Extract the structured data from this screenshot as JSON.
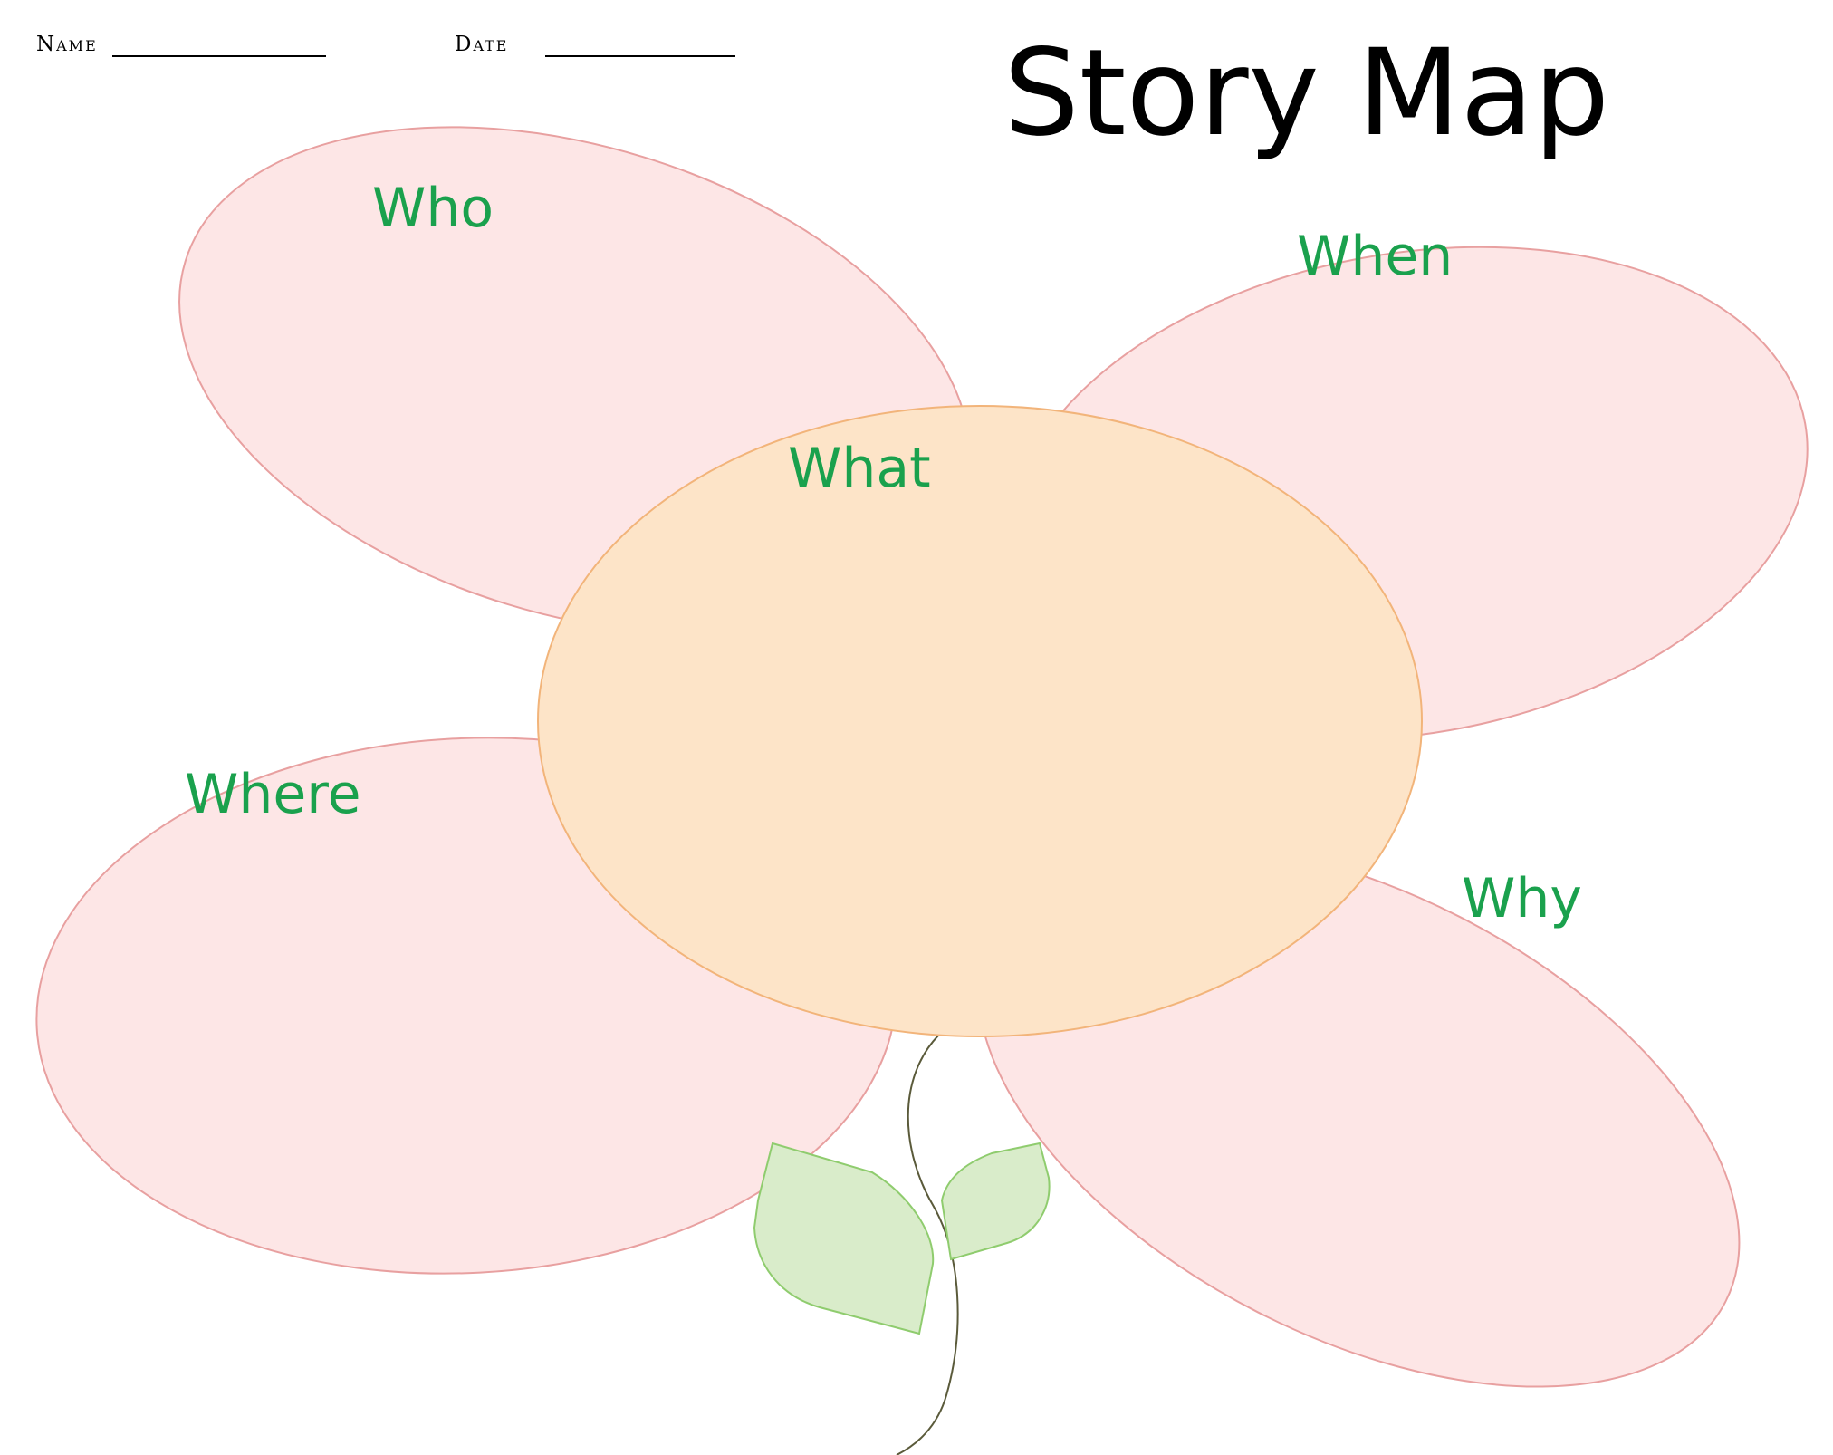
{
  "header": {
    "name_label": "Name",
    "date_label": "Date"
  },
  "title": "Story Map",
  "labels": {
    "who": "Who",
    "when": "When",
    "what": "What",
    "where": "Where",
    "why": "Why"
  },
  "colors": {
    "petal_fill": "#fde6e6",
    "petal_stroke": "#e8a0a0",
    "center_fill": "#fde4c8",
    "center_stroke": "#f2b47a",
    "leaf_fill": "#d9ecca",
    "leaf_stroke": "#8fcc6e",
    "stem": "#5a5a3a",
    "label_green": "#1aa14d"
  }
}
